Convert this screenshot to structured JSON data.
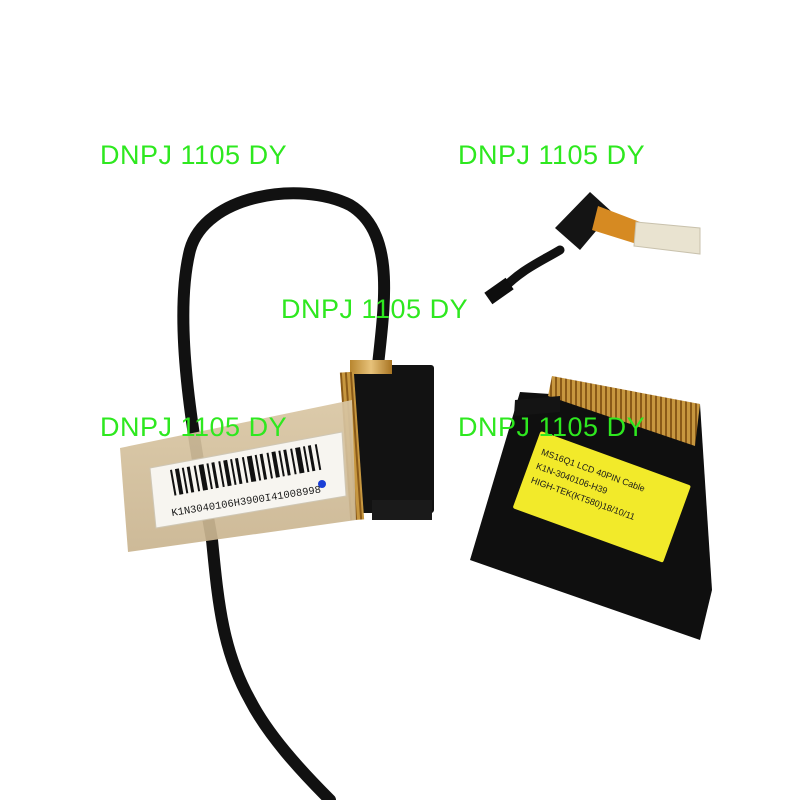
{
  "watermark": {
    "text": "DNPJ 1105 DY",
    "color": "#2ee81f"
  },
  "product": {
    "barcode_label": "K1N3040106H3900I41008998",
    "cable_sticker": {
      "line1": "MS16Q1 LCD 40PIN Cable",
      "line2": "K1N-3040106-H39",
      "line3": "HIGH-TEK(KT580)18/10/11"
    }
  }
}
